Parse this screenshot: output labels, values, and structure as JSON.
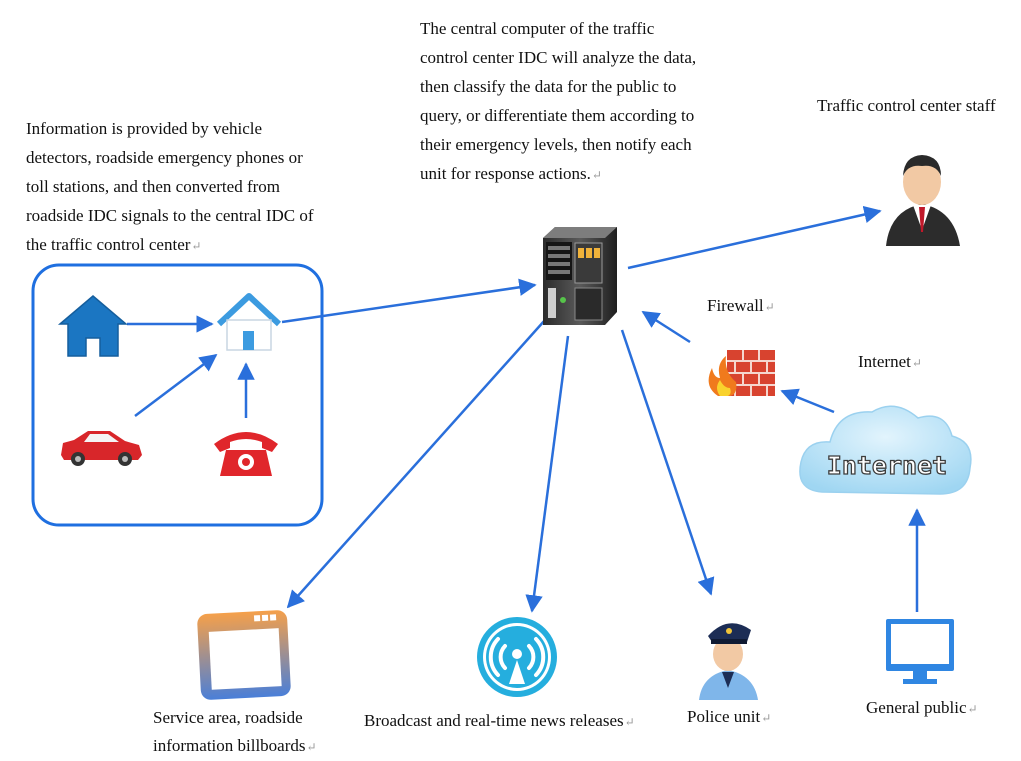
{
  "left_text": {
    "lines": [
      "Information is provided by vehicle",
      "detectors, roadside emergency phones or",
      "toll stations, and then converted from",
      "roadside IDC signals to the central IDC of",
      "the traffic control center"
    ]
  },
  "center_text": {
    "lines": [
      "The central computer of the traffic",
      "control center IDC will analyze the data,",
      "then classify the data for the public to",
      "query, or differentiate them according to",
      "their emergency levels, then notify each",
      "unit for response actions."
    ]
  },
  "labels": {
    "staff": "Traffic control center staff",
    "firewall": "Firewall",
    "internet": "Internet",
    "cloud_text": "Internet",
    "billboard_line1": "Service area, roadside",
    "billboard_line2": "information billboards",
    "broadcast": "Broadcast and real-time news releases",
    "police": "Police unit",
    "public": "General public"
  },
  "return_mark": "↵",
  "colors": {
    "arrow": "#2a6fdb",
    "box_border": "#1f6fe0",
    "cloud": "#a9dcf5",
    "house_dark": "#1b76c2",
    "house_light": "#3c9be0",
    "car": "#d8262a",
    "phone": "#e0262b",
    "firewall": "#d8432f",
    "broadcast": "#25aede",
    "monitor": "#2f86e2"
  },
  "icons": [
    "house-icon",
    "home-icon",
    "car-icon",
    "telephone-icon",
    "server-icon",
    "staff-person-icon",
    "firewall-icon",
    "internet-cloud-icon",
    "billboard-window-icon",
    "broadcast-signal-icon",
    "police-officer-icon",
    "monitor-icon"
  ]
}
